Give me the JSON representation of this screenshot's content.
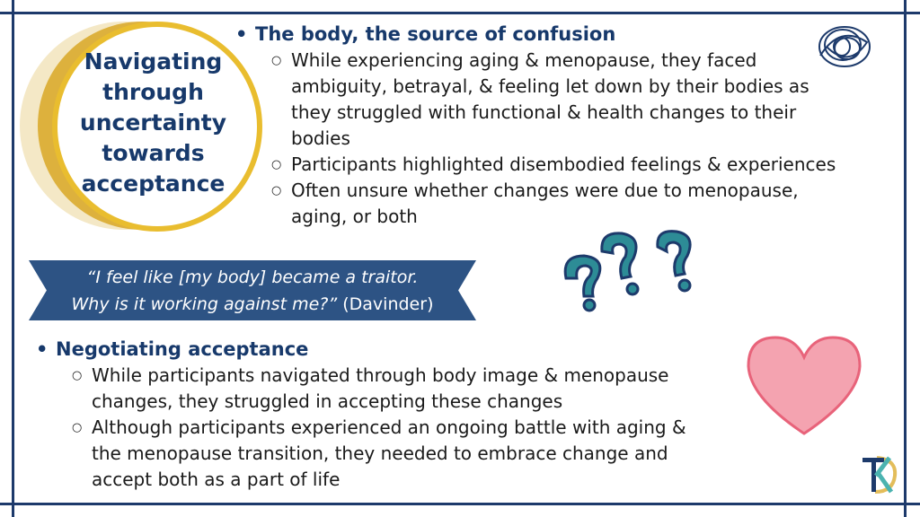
{
  "title": "Navigating through uncertainty towards acceptance",
  "section1": {
    "heading": "The body, the source of confusion",
    "items": [
      "While experiencing aging & menopause, they faced ambiguity, betrayal, & feeling let down by their bodies as they struggled with functional & health changes to their bodies",
      "Participants highlighted disembodied feelings & experiences",
      "Often unsure whether changes were due to menopause, aging, or both"
    ]
  },
  "quote": {
    "line1": "“I feel like [my body] became a traitor.",
    "line2": "Why is it working against me?”",
    "attribution": "(Davinder)"
  },
  "section2": {
    "heading": "Negotiating acceptance",
    "items": [
      "While participants navigated through body image & menopause changes, they struggled in accepting these changes",
      "Although participants experienced an ongoing battle with aging & the menopause transition, they needed to embrace change and accept both as a part of life"
    ]
  },
  "logo": "TKD",
  "colors": {
    "navy": "#1d3a6b",
    "gold": "#e9bd2f",
    "teal": "#2d8c96",
    "heart": "#e8637a"
  }
}
